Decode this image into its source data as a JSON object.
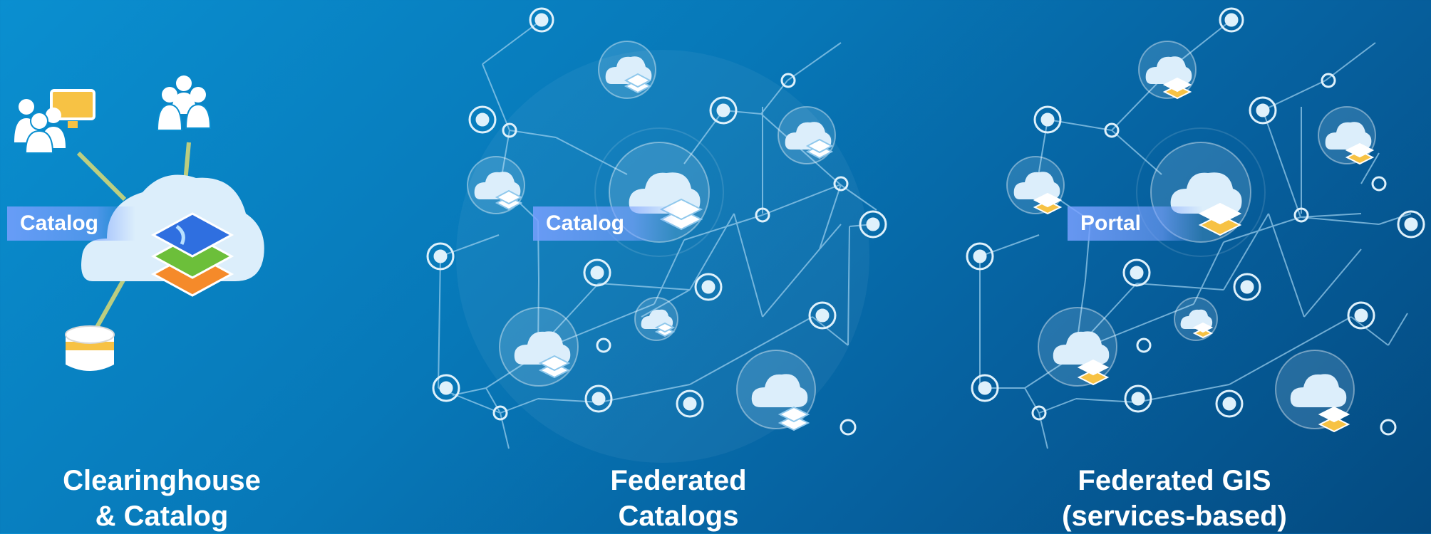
{
  "panels": [
    {
      "tag": "Catalog",
      "caption_line1": "Clearinghouse",
      "caption_line2": "& Catalog"
    },
    {
      "tag": "Catalog",
      "caption_line1": "Federated",
      "caption_line2": "Catalogs"
    },
    {
      "tag": "Portal",
      "caption_line1": "Federated GIS",
      "caption_line2": "(services-based)"
    }
  ],
  "colors": {
    "accent_yellow": "#f7c244",
    "line": "#9fd2f0",
    "cloud": "#e6f3fc"
  }
}
